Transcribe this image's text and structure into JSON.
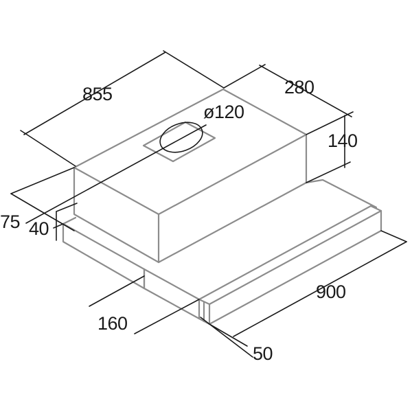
{
  "diagram": {
    "colors": {
      "outline": "#8c8c8c",
      "dimension": "#1a1a1a",
      "background": "#ffffff"
    },
    "dimensions": {
      "width_top": "855",
      "depth_top": "280",
      "duct_diameter": "ø120",
      "body_height": "140",
      "left_depth_a": "75",
      "left_height_b": "40",
      "front_depth": "160",
      "total_width": "900",
      "visor_height": "50"
    }
  }
}
